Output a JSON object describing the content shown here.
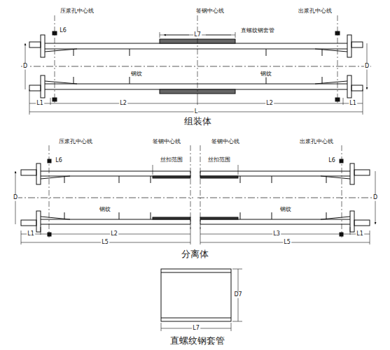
{
  "diagram": {
    "labels": [
      "压浆孔中心线",
      "签钢中心线",
      "出浆孔中心线",
      "直螺纹钢套管",
      "L7",
      "L6",
      "钢纹",
      "钢纹",
      "D",
      "D",
      "L1",
      "L2",
      "L2",
      "L1",
      "L",
      "组装体",
      "压浆孔中心线",
      "签钢中心线",
      "签钢中心线",
      "出浆孔中心线",
      "丝扣范围",
      "丝扣范围",
      "L6",
      "L6",
      "钢纹",
      "钢纹",
      "D",
      "D",
      "L1",
      "L2",
      "L5",
      "L3",
      "L1",
      "L5",
      "分离体",
      "D7",
      "L7",
      "直螺纹钢套管"
    ]
  }
}
